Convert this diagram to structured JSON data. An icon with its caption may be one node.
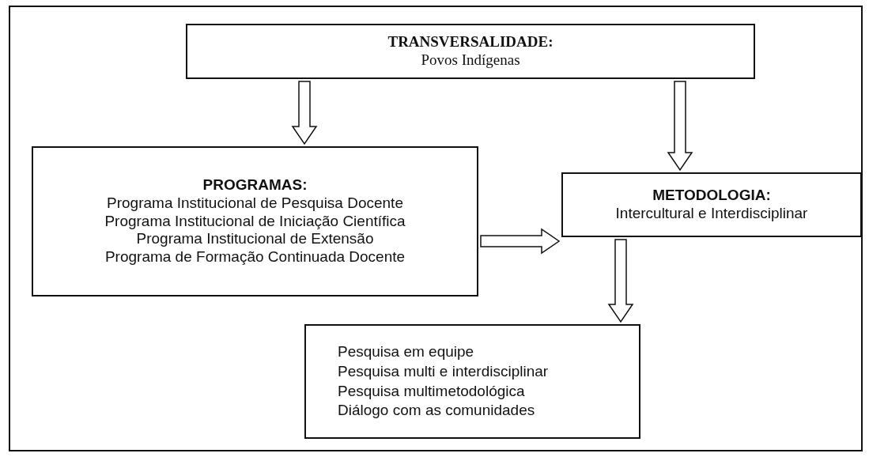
{
  "diagram": {
    "nodes": [
      {
        "text": [
          "TRANSVERSALIDADE:",
          "Povos Indígenas"
        ]
      },
      {
        "text": [
          "PROGRAMAS:",
          "Programa Institucional de Pesquisa Docente",
          "Programa Institucional de Iniciação Científica",
          "Programa Institucional de Extensão",
          "Programa de Formação Continuada Docente"
        ]
      },
      {
        "text": [
          "METODOLOGIA:",
          "Intercultural e Interdisciplinar"
        ]
      },
      {
        "text": [
          "Pesquisa em equipe",
          "Pesquisa multi e interdisciplinar",
          "Pesquisa multimetodológica",
          "Diálogo com as comunidades"
        ]
      }
    ],
    "edges": [
      {
        "from": 0,
        "to": 1,
        "arrow": "to"
      },
      {
        "from": 0,
        "to": 2,
        "arrow": "to"
      },
      {
        "from": 1,
        "to": 2,
        "arrow": "to"
      },
      {
        "from": 2,
        "to": 3,
        "arrow": "to"
      }
    ]
  }
}
